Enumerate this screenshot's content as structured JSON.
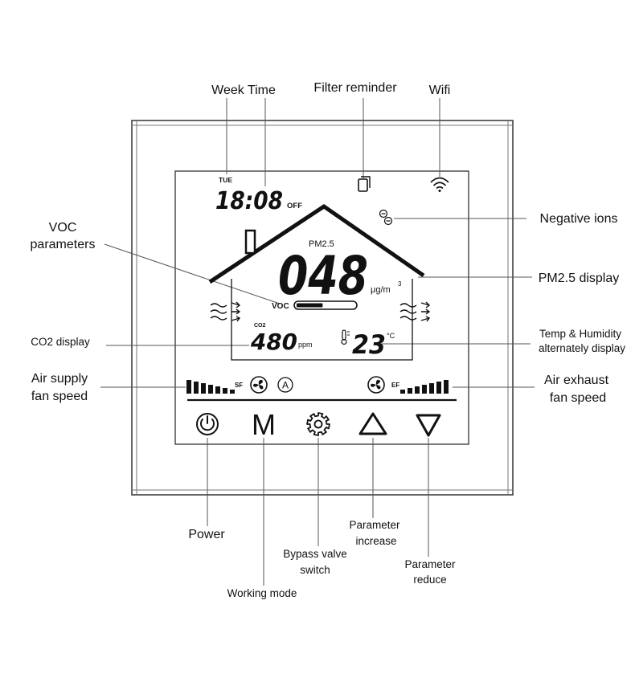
{
  "callouts": {
    "week_time": "Week Time",
    "filter_reminder": "Filter reminder",
    "wifi": "Wifi",
    "voc_line1": "VOC",
    "voc_line2": "parameters",
    "negative_ions": "Negative ions",
    "pm25_display": "PM2.5 display",
    "co2_display": "CO2 display",
    "temp_hum_line1": "Temp & Humidity",
    "temp_hum_line2": "alternately display",
    "air_supply_line1": "Air supply",
    "air_supply_line2": "fan speed",
    "air_exhaust_line1": "Air exhaust",
    "air_exhaust_line2": "fan speed",
    "power": "Power",
    "working_mode": "Working mode",
    "bypass_line1": "Bypass valve",
    "bypass_line2": "switch",
    "param_inc_line1": "Parameter",
    "param_inc_line2": "increase",
    "param_red_line1": "Parameter",
    "param_red_line2": "reduce"
  },
  "screen": {
    "weekday": "TUE",
    "time": "18:08",
    "timer_state": "OFF",
    "pm25_label": "PM2.5",
    "pm25_value": "048",
    "pm25_unit": "μg/m",
    "pm25_unit_sup": "3",
    "voc_label": "VOC",
    "voc_level": 0.45,
    "co2_label": "CO2",
    "co2_value": "480",
    "co2_unit": "ppm",
    "temp_value": "23",
    "temp_unit": "°C",
    "supply_fan_label": "SF",
    "exhaust_fan_label": "EF",
    "auto_mode_symbol": "A",
    "supply_fan_level": 7,
    "exhaust_fan_level": 7
  },
  "buttons": {
    "mode_label": "M"
  },
  "icons": {
    "power": "power-icon",
    "gear": "gear-icon",
    "up": "triangle-up-icon",
    "down": "triangle-down-icon",
    "wifi": "wifi-icon",
    "filter": "filter-icon",
    "ion": "negative-ion-icon",
    "fan": "fan-icon",
    "thermometer": "thermometer-icon",
    "airflow": "airflow-icon"
  }
}
